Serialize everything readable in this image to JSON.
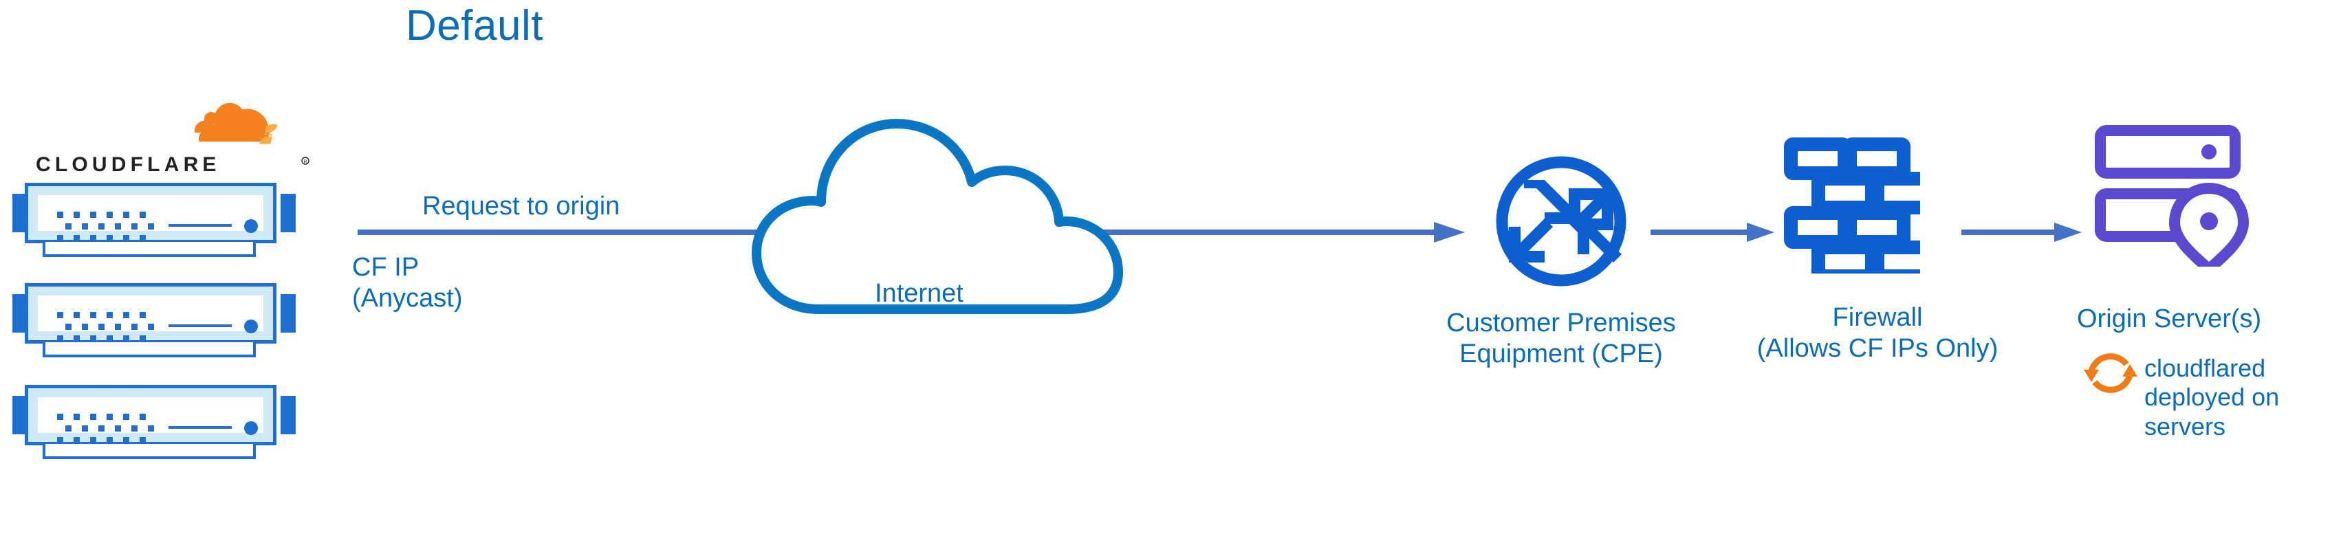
{
  "title": "Default",
  "brand": {
    "name": "CLOUDFLARE",
    "registered": "®",
    "mark_icon": "cloudflare-cloud-icon",
    "orange_primary": "#f48120",
    "orange_secondary": "#faad3f",
    "wordmark_color": "#232323"
  },
  "colors": {
    "title_blue": "#0d6cb3",
    "label_blue": "#0d6cb3",
    "cloud_outline": "#0b76c4",
    "arrow_blue": "#4472c4",
    "icon_blue": "#0d5fd0",
    "rack_border": "#1f6fd0",
    "rack_fill": "#cfeaf5",
    "origin_purple": "#5b4ad0",
    "sync_orange": "#f07c19"
  },
  "nodes": {
    "edge": {
      "name": "Cloudflare edge servers",
      "rack_count": 3,
      "annotation": "CF IP\n(Anycast)"
    },
    "internet": {
      "label": "Internet",
      "icon": "cloud-icon"
    },
    "cpe": {
      "label": "Customer Premises\nEquipment (CPE)",
      "icon": "router-icon"
    },
    "firewall": {
      "label": "Firewall\n(Allows CF IPs Only)",
      "icon": "brick-wall-icon"
    },
    "origin": {
      "label": "Origin Server(s)",
      "icon": "server-location-icon",
      "note": "cloudflared deployed on servers",
      "note_icon": "sync-arrows-icon"
    }
  },
  "connectors": [
    {
      "label": "Request to origin",
      "from": "edge",
      "to": "cpe"
    },
    {
      "label": "",
      "from": "cpe",
      "to": "firewall"
    },
    {
      "label": "",
      "from": "firewall",
      "to": "origin"
    }
  ]
}
